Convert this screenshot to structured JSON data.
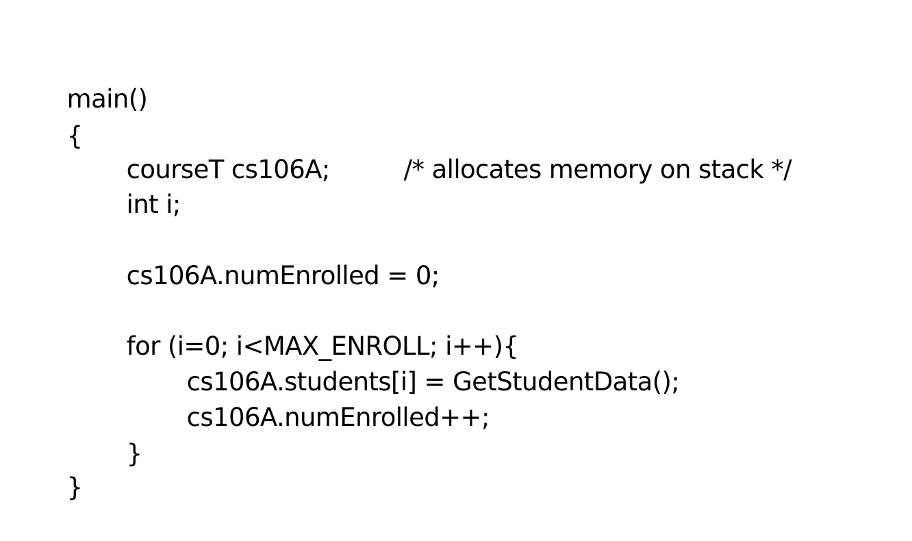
{
  "code": {
    "line_main": "main()",
    "line_open_brace": "{",
    "line_decl_stmt": "courseT cs106A;",
    "line_decl_comment": "/* allocates memory on stack */",
    "line_int": "int i;",
    "line_num_init": "cs106A.numEnrolled = 0;",
    "line_for": "for (i=0; i<MAX_ENROLL; i++){",
    "line_students": "cs106A.students[i] = GetStudentData();",
    "line_increment": "cs106A.numEnrolled++;",
    "line_inner_close": "}",
    "line_close_brace": "}"
  }
}
